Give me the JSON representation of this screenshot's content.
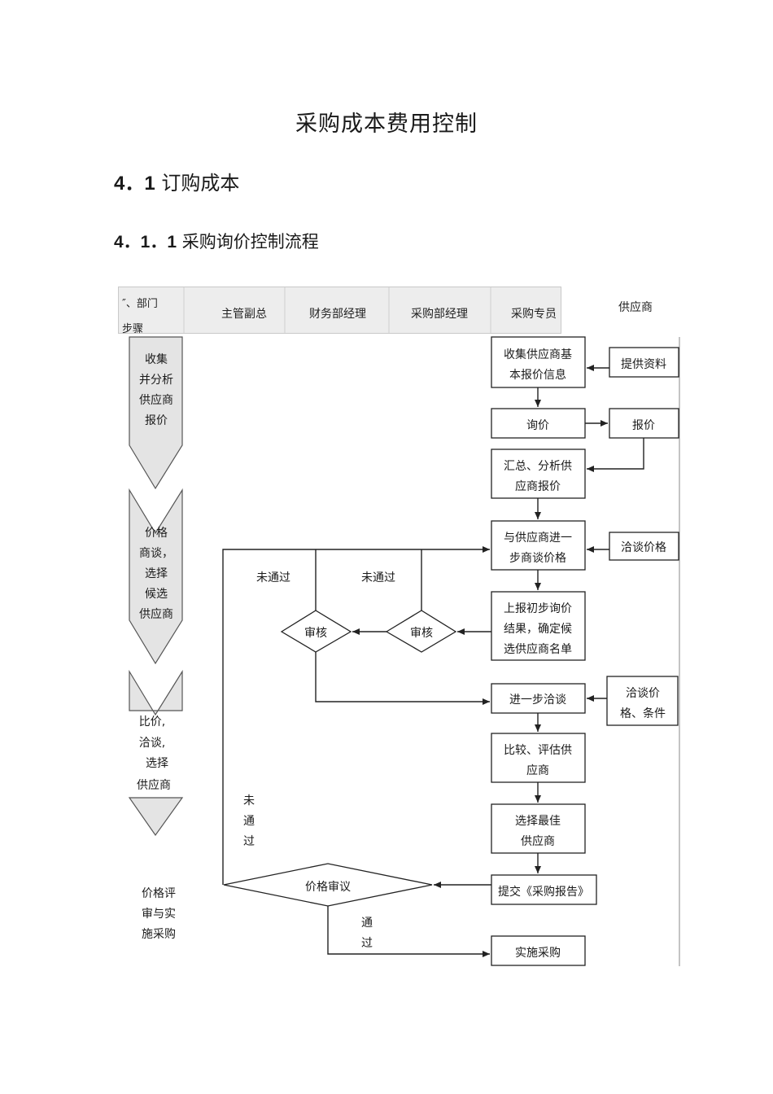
{
  "document": {
    "title": "采购成本费用控制",
    "section": {
      "number": "4．1",
      "title": "订购成本"
    },
    "subsection": {
      "number": "4．1．1",
      "title": "采购询价控制流程"
    }
  },
  "table_header": {
    "corner_dept": "″、部门",
    "corner_step": "步骤",
    "columns": [
      "主管副总",
      "财务部经理",
      "采购部经理",
      "采购专员",
      "供应商"
    ]
  },
  "steps": {
    "step1": [
      "收集",
      "并分析",
      "供应商",
      "报价"
    ],
    "step2": [
      "价格",
      "商谈，",
      "选择",
      "候选",
      "供应商"
    ],
    "step3": [
      "比价,",
      "洽谈,",
      "选择",
      "供应商"
    ],
    "step4": [
      "价格评",
      "审与实",
      "施采购"
    ]
  },
  "flow": {
    "collect": [
      "收集供应商基",
      "本报价信息"
    ],
    "provide": "提供资料",
    "inquiry": "询价",
    "quote": "报价",
    "summarize": [
      "汇总、分析供",
      "应商报价"
    ],
    "negotiate1": [
      "与供应商进一",
      "步商谈价格"
    ],
    "negotiate_price": "洽谈价格",
    "report_initial": [
      "上报初步询价",
      "结果，确定候",
      "选供应商名单"
    ],
    "review_mgr": "审核",
    "review_finance": "审核",
    "not_passed_1": "未通过",
    "not_passed_2": "未通过",
    "further_negotiate": "进一步洽谈",
    "negotiate_terms": [
      "洽谈价",
      "格、条件"
    ],
    "compare": [
      "比较、评估供",
      "应商"
    ],
    "select_best": [
      "选择最佳",
      "供应商"
    ],
    "submit_report": "提交《采购报告》",
    "price_review": "价格审议",
    "not_passed_vertical": [
      "未",
      "通",
      "过"
    ],
    "passed_vertical": [
      "通",
      "过"
    ],
    "implement": "实施采购"
  },
  "colors": {
    "shape_fill": "#e4e4e4",
    "line": "#222222",
    "header_bg": "#ededed"
  }
}
